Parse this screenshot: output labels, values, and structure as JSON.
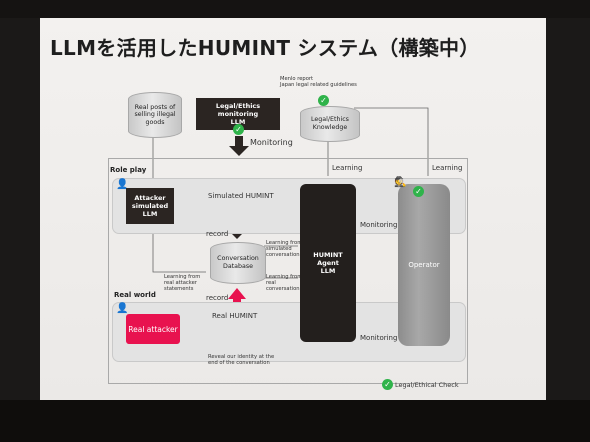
{
  "title": "LLMを活用したHUMINT システム（構築中）",
  "menlo_note": [
    "Menlo report",
    "Japan legal related guidelines"
  ],
  "real_posts": [
    "Real posts of",
    "selling illegal",
    "goods"
  ],
  "ethics_llm": [
    "Legal/Ethics monitoring",
    "LLM"
  ],
  "knowledge": [
    "Legal/Ethics",
    "Knowledge"
  ],
  "monitoring": "Monitoring",
  "learning": "Learning",
  "role_play": "Role play",
  "real_world": "Real world",
  "attacker_sim": [
    "Attacker",
    "simulated",
    "LLM"
  ],
  "simulated_humint": "Simulated HUMINT",
  "record": "record",
  "conversation_db": [
    "Conversation",
    "Database"
  ],
  "learn_sim": [
    "Learning from",
    "simulated",
    "conversation"
  ],
  "learn_real": [
    "Learning from",
    "real",
    "conversation"
  ],
  "learn_attacker": [
    "Learning from",
    "real attacker",
    "statements"
  ],
  "agent": [
    "HUMINT",
    "Agent",
    "LLM"
  ],
  "operator": "Operator",
  "real_attacker": "Real attacker",
  "real_humint": "Real HUMINT",
  "reveal_note": [
    "Reveal our identity at the",
    "end of the conversation"
  ],
  "check_note": "Legal/Ethical Check",
  "check_mark": "✓",
  "colors": {
    "dark": "#2b2522",
    "accent": "#e8124f",
    "green": "#6ecf3c",
    "check": "#2fb34a"
  }
}
